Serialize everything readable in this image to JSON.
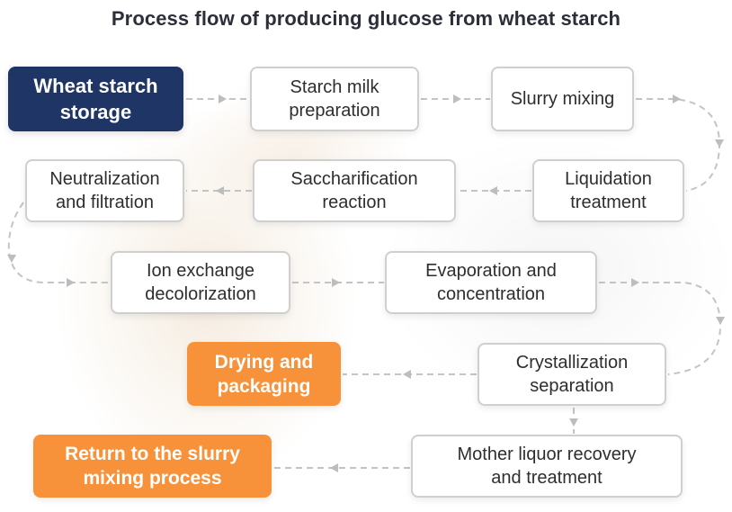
{
  "title": "Process flow of producing glucose from wheat starch",
  "colors": {
    "title": "#2b2f3a",
    "start_node": "#1e3566",
    "end_node": "#f7923a",
    "step_border": "#cfcfcf",
    "connector": "#bdbdbd"
  },
  "nodes": [
    {
      "id": "wheat-starch-storage",
      "label": "Wheat starch storage",
      "lines": [
        "Wheat starch",
        "storage"
      ],
      "style": "start"
    },
    {
      "id": "starch-milk-preparation",
      "label": "Starch milk preparation",
      "lines": [
        "Starch milk",
        "preparation"
      ],
      "style": "step"
    },
    {
      "id": "slurry-mixing",
      "label": "Slurry mixing",
      "lines": [
        "Slurry mixing"
      ],
      "style": "step"
    },
    {
      "id": "liquidation-treatment",
      "label": "Liquidation treatment",
      "lines": [
        "Liquidation",
        "treatment"
      ],
      "style": "step"
    },
    {
      "id": "saccharification-reaction",
      "label": "Saccharification reaction",
      "lines": [
        "Saccharification",
        "reaction"
      ],
      "style": "step"
    },
    {
      "id": "neutralization-filtration",
      "label": "Neutralization and filtration",
      "lines": [
        "Neutralization",
        "and filtration"
      ],
      "style": "step"
    },
    {
      "id": "ion-exchange-decolorization",
      "label": "Ion exchange decolorization",
      "lines": [
        "Ion exchange",
        "decolorization"
      ],
      "style": "step"
    },
    {
      "id": "evaporation-concentration",
      "label": "Evaporation and concentration",
      "lines": [
        "Evaporation and",
        "concentration"
      ],
      "style": "step"
    },
    {
      "id": "crystallization-separation",
      "label": "Crystallization separation",
      "lines": [
        "Crystallization",
        "separation"
      ],
      "style": "step"
    },
    {
      "id": "drying-packaging",
      "label": "Drying and packaging",
      "lines": [
        "Drying and",
        "packaging"
      ],
      "style": "end"
    },
    {
      "id": "mother-liquor-recovery",
      "label": "Mother liquor recovery and treatment",
      "lines": [
        "Mother liquor recovery",
        "and treatment"
      ],
      "style": "step"
    },
    {
      "id": "return-slurry-mixing",
      "label": "Return to the slurry mixing process",
      "lines": [
        "Return to the slurry",
        "mixing process"
      ],
      "style": "end"
    }
  ],
  "edges": [
    {
      "from": "wheat-starch-storage",
      "to": "starch-milk-preparation"
    },
    {
      "from": "starch-milk-preparation",
      "to": "slurry-mixing"
    },
    {
      "from": "slurry-mixing",
      "to": "liquidation-treatment"
    },
    {
      "from": "liquidation-treatment",
      "to": "saccharification-reaction"
    },
    {
      "from": "saccharification-reaction",
      "to": "neutralization-filtration"
    },
    {
      "from": "neutralization-filtration",
      "to": "ion-exchange-decolorization"
    },
    {
      "from": "ion-exchange-decolorization",
      "to": "evaporation-concentration"
    },
    {
      "from": "evaporation-concentration",
      "to": "crystallization-separation"
    },
    {
      "from": "crystallization-separation",
      "to": "drying-packaging"
    },
    {
      "from": "crystallization-separation",
      "to": "mother-liquor-recovery"
    },
    {
      "from": "mother-liquor-recovery",
      "to": "return-slurry-mixing"
    }
  ]
}
